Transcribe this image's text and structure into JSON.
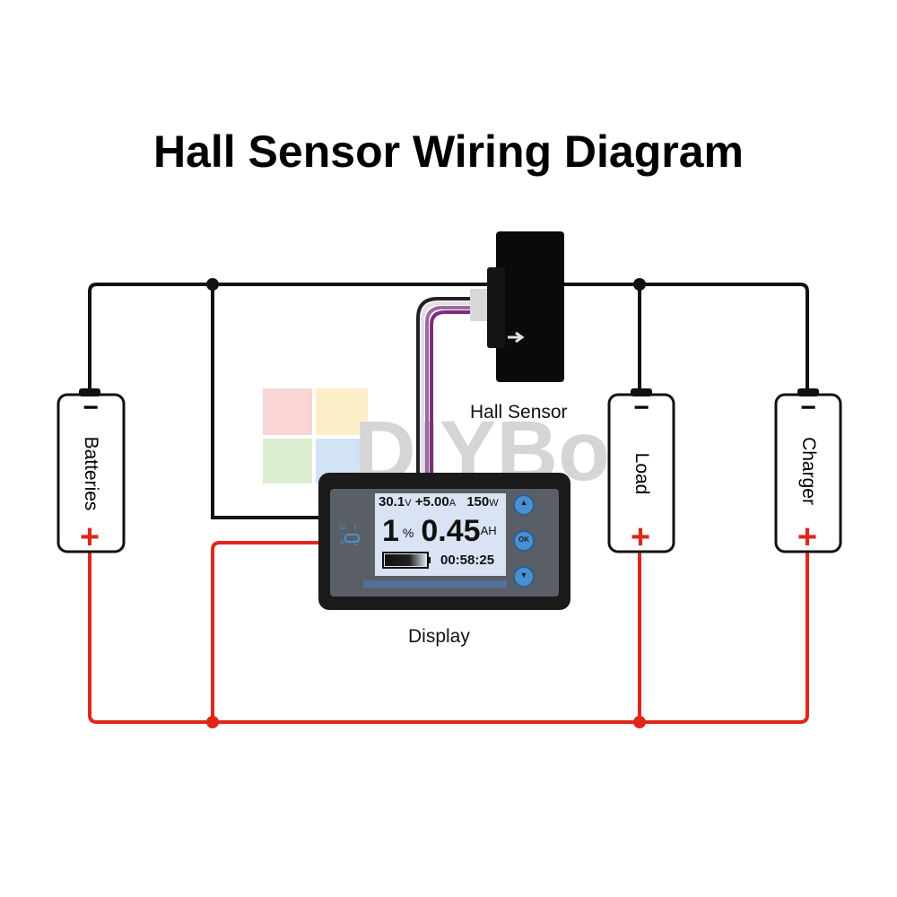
{
  "title": "Hall Sensor Wiring Diagram",
  "watermark": "DIYBox",
  "components": {
    "batteries": {
      "label": "Batteries",
      "neg": "−",
      "pos": "+"
    },
    "load": {
      "label": "Load",
      "neg": "−",
      "pos": "+"
    },
    "charger": {
      "label": "Charger",
      "neg": "−",
      "pos": "+"
    },
    "hall_sensor": {
      "label": "Hall Sensor"
    },
    "display": {
      "label": "Display",
      "voltage": "30.1",
      "voltage_unit": "V",
      "current": "+5.00",
      "current_unit": "A",
      "power": "150",
      "power_unit": "W",
      "percent": "1",
      "percent_unit": "%",
      "capacity": "0.45",
      "capacity_unit": "AH",
      "time": "00:58:25",
      "battery_fill": 0.7,
      "indicators": [
        "U",
        "I",
        "P",
        "C"
      ],
      "buttons": [
        "▲",
        "OK",
        "▼"
      ]
    }
  },
  "colors": {
    "positive_wire": "#e0261b",
    "negative_wire": "#111111",
    "screen": "#d9e3f3",
    "button": "#4a90d0"
  }
}
